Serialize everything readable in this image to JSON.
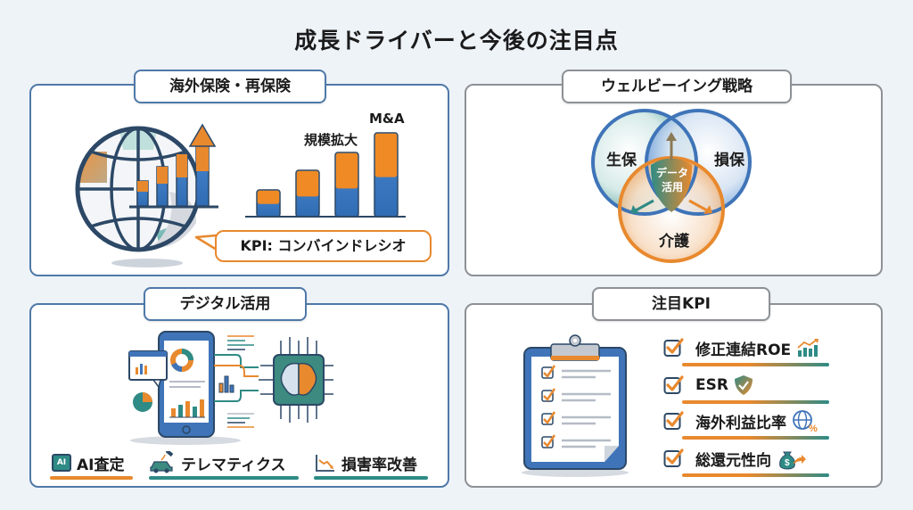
{
  "title": "成長ドライバーと今後の注目点",
  "colors": {
    "background": "#eef3f8",
    "blue": "#3f74b8",
    "dark_blue": "#2f4a6a",
    "orange": "#e8892e",
    "teal": "#2e8b85",
    "panel_border_blue": "#4f79a8",
    "panel_border_gray": "#8d9196"
  },
  "panels": {
    "overseas": {
      "header": "海外保険・再保険",
      "bar_labels": {
        "scale_expansion": "規模拡大",
        "m_and_a": "M&A"
      },
      "bubble": "KPI: コンバインドレシオ",
      "icons": [
        "globe-icon",
        "growth-arrow-icon",
        "stacked-bar-chart-icon"
      ]
    },
    "wellbeing": {
      "header": "ウェルビーイング戦略",
      "circles": [
        {
          "label": "生保",
          "icon": "life-insurance-circle"
        },
        {
          "label": "損保",
          "icon": "nonlife-insurance-circle"
        },
        {
          "label": "介護",
          "icon": "nursing-care-circle"
        }
      ],
      "center_line1": "データ",
      "center_line2": "活用"
    },
    "digital": {
      "header": "デジタル活用",
      "features": [
        {
          "label": "AI査定",
          "icon": "ai-chip-icon",
          "icon_text": "AI",
          "accent": "#e8892e"
        },
        {
          "label": "テレマティクス",
          "icon": "car-satellite-icon",
          "accent": "#2e8b85"
        },
        {
          "label": "損害率改善",
          "icon": "declining-chart-icon",
          "accent": "#2e8b85"
        }
      ]
    },
    "kpi": {
      "header": "注目KPI",
      "items": [
        {
          "label": "修正連結ROE",
          "icon": "growth-chart-icon"
        },
        {
          "label": "ESR",
          "icon": "shield-check-icon"
        },
        {
          "label": "海外利益比率",
          "icon": "globe-percent-icon",
          "icon_text": "%"
        },
        {
          "label": "総還元性向",
          "icon": "money-bag-icon",
          "icon_text": "$"
        }
      ]
    }
  }
}
